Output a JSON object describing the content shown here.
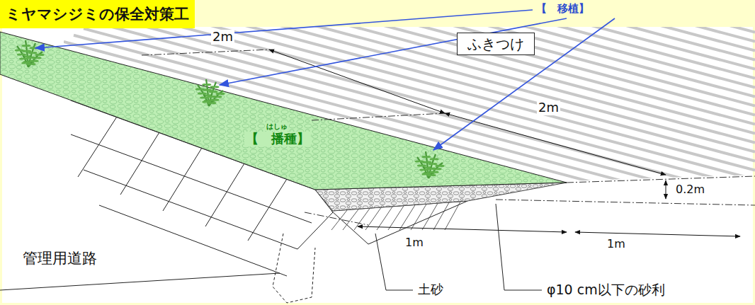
{
  "diagram": {
    "title": "ミヤマシジミの保全対策工",
    "nodes": [
      {
        "text": [
          "ふきつけ"
        ]
      }
    ],
    "labels": [
      "【　移植】",
      "はしゅ",
      "【　播種】",
      "2m",
      "2m",
      "0.2m",
      "1m",
      "1m",
      "管理用道路",
      "土砂",
      "φ10 cm以下の砂利"
    ]
  }
}
